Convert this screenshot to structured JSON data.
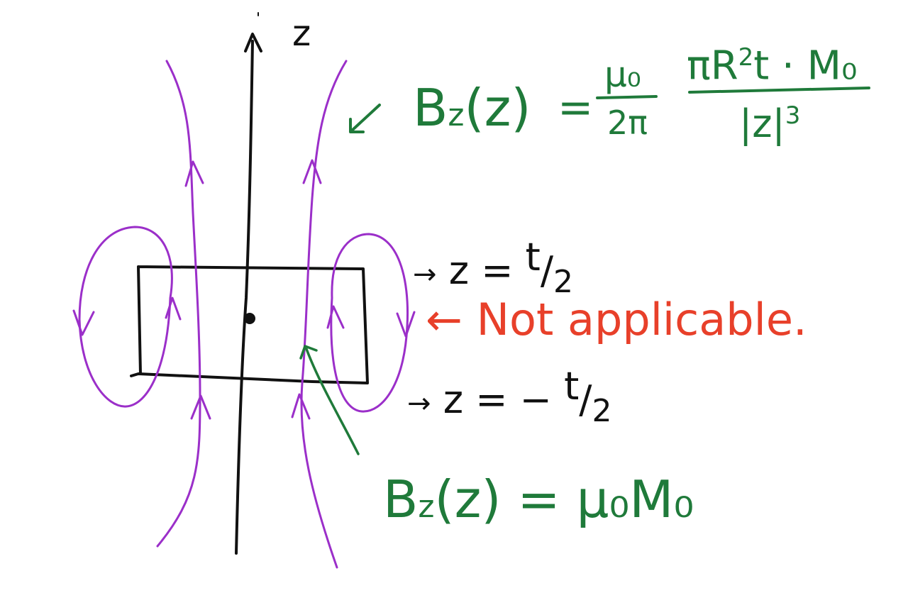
{
  "colors": {
    "axis": "#111111",
    "field_lines": "#9b2fc9",
    "formula": "#1f7a3a",
    "warning": "#e8402a"
  },
  "axis": {
    "label": "z"
  },
  "top_formula": {
    "lhs": "B",
    "lhs_sub": "z",
    "lhs_arg": "(z)",
    "equals": "=",
    "coef_num": "μ₀",
    "coef_den": "2π",
    "frac_num_a": "πR",
    "frac_num_pow": "2",
    "frac_num_b": "t · M₀",
    "frac_den_a": "|z|",
    "frac_den_pow": "3"
  },
  "top_surface": {
    "arrow": "→",
    "z": "z",
    "eq": "=",
    "t": "t",
    "slash": "/",
    "two": "2"
  },
  "bottom_surface": {
    "arrow": "→",
    "z": "z",
    "eq": "=",
    "minus": "−",
    "t": "t",
    "slash": "/",
    "two": "2"
  },
  "side_note": {
    "arrow": "←",
    "text": "Not applicable."
  },
  "inside_formula": {
    "lhs": "B",
    "lhs_sub": "z",
    "lhs_arg": "(z)",
    "equals": "=",
    "rhs": "μ₀M₀"
  }
}
